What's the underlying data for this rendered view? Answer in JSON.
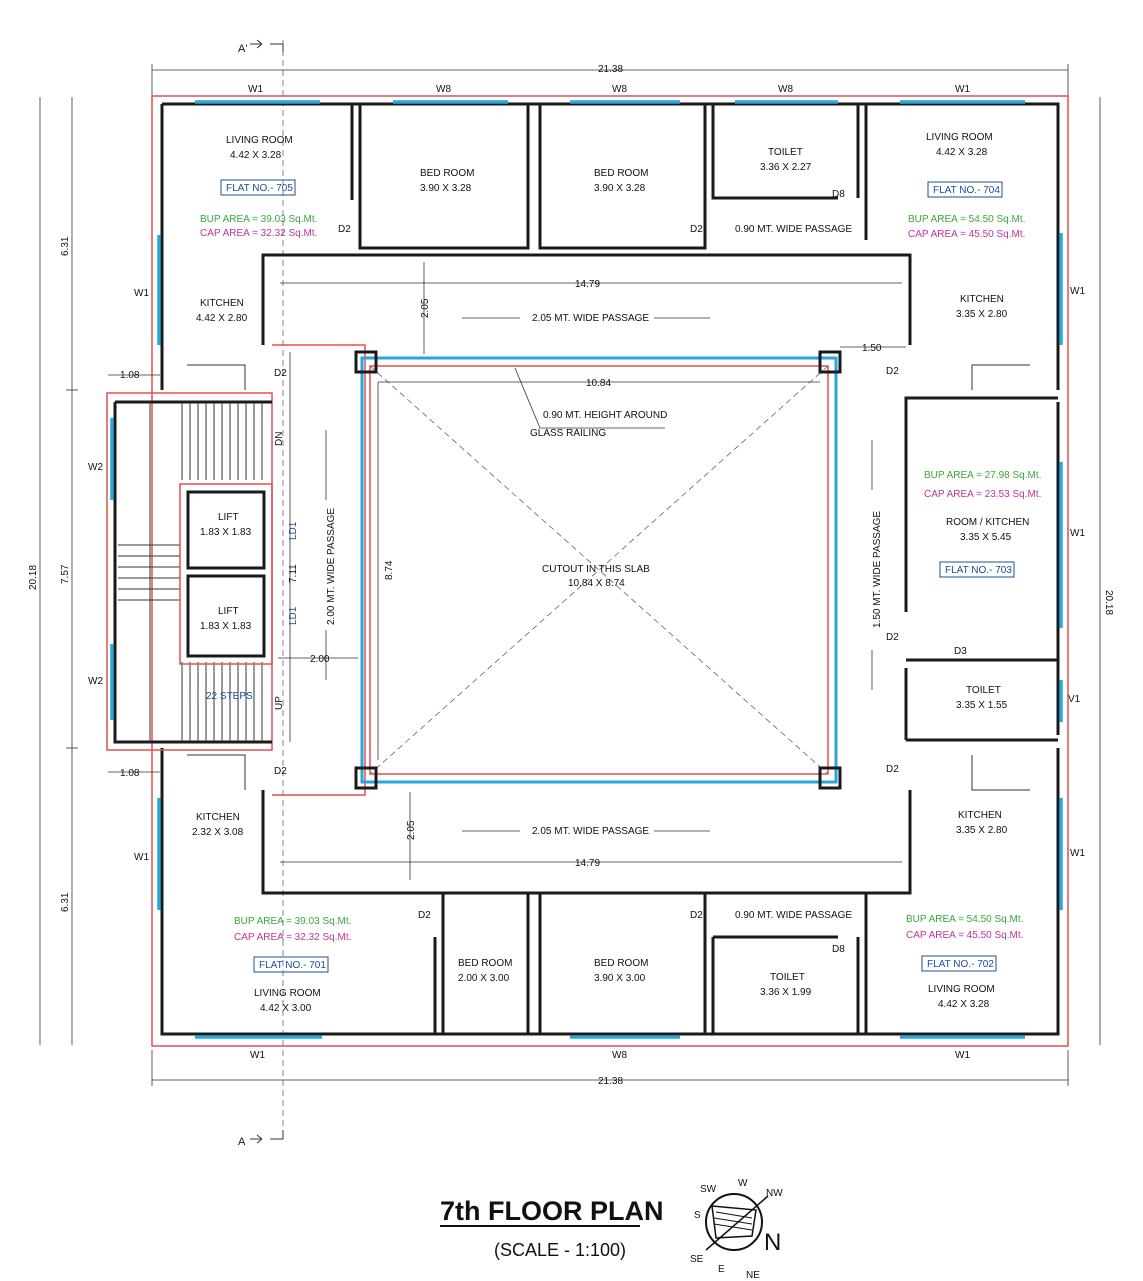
{
  "title": {
    "main": "7th FLOOR PLAN",
    "scale": "(SCALE - 1:100)"
  },
  "section_marks": {
    "top": "A'",
    "bottom": "A"
  },
  "dimensions": {
    "overall_width": "21.38",
    "overall_height": "20.18",
    "left_top": "6.31",
    "left_mid": "7.57",
    "left_bottom": "6.31",
    "stair_offset_top": "1.08",
    "stair_offset_bottom": "1.08",
    "passage_length_top": "14.79",
    "passage_length_bottom": "14.79",
    "passage_width_top": "2.05",
    "passage_width_bottom": "2.05",
    "cutout_width": "10.84",
    "cutout_height": "8.74",
    "lift_height": "7.11",
    "left_passage": "2.00",
    "right_offset": "1.50"
  },
  "rooms": {
    "r705_living": {
      "name": "LIVING ROOM",
      "size": "4.42 X 3.28"
    },
    "r705_bed": {
      "name": "BED ROOM",
      "size": "3.90 X 3.28"
    },
    "r705_kitchen": {
      "name": "KITCHEN",
      "size": "4.42 X 2.80"
    },
    "r704_bed": {
      "name": "BED ROOM",
      "size": "3.90 X 3.28"
    },
    "r704_toilet": {
      "name": "TOILET",
      "size": "3.36 X 2.27"
    },
    "r704_living": {
      "name": "LIVING ROOM",
      "size": "4.42 X 3.28"
    },
    "r704_kitchen": {
      "name": "KITCHEN",
      "size": "3.35 X 2.80"
    },
    "r703_room": {
      "name": "ROOM / KITCHEN",
      "size": "3.35 X 5.45"
    },
    "r703_toilet": {
      "name": "TOILET",
      "size": "3.35 X 1.55"
    },
    "r702_kitchen": {
      "name": "KITCHEN",
      "size": "3.35 X 2.80"
    },
    "r702_living": {
      "name": "LIVING ROOM",
      "size": "4.42 X 3.28"
    },
    "r702_toilet": {
      "name": "TOILET",
      "size": "3.36 X 1.99"
    },
    "r702_bed": {
      "name": "BED ROOM",
      "size": "3.90 X 3.00"
    },
    "r701_bed": {
      "name": "BED ROOM",
      "size": "2.00 X 3.00"
    },
    "r701_living": {
      "name": "LIVING ROOM",
      "size": "4.42 X 3.00"
    },
    "r701_kitchen": {
      "name": "KITCHEN",
      "size": "2.32 X 3.08"
    },
    "lift1": {
      "name": "LIFT",
      "size": "1.83 X 1.83"
    },
    "lift2": {
      "name": "LIFT",
      "size": "1.83 X 1.83"
    },
    "cutout": {
      "name": "CUTOUT IN THIS SLAB",
      "size": "10.84 X 8.74"
    }
  },
  "flats": {
    "f705": {
      "label": "FLAT NO.- 705",
      "bup": "BUP AREA = 39.03 Sq.Mt.",
      "cap": "CAP AREA = 32.32 Sq.Mt."
    },
    "f704": {
      "label": "FLAT NO.- 704",
      "bup": "BUP AREA = 54.50 Sq.Mt.",
      "cap": "CAP AREA = 45.50 Sq.Mt."
    },
    "f703": {
      "label": "FLAT NO.- 703",
      "bup": "BUP AREA = 27.98 Sq.Mt.",
      "cap": "CAP AREA = 23.53 Sq.Mt."
    },
    "f702": {
      "label": "FLAT NO.- 702",
      "bup": "BUP AREA = 54.50 Sq.Mt.",
      "cap": "CAP AREA = 45.50 Sq.Mt."
    },
    "f701": {
      "label": "FLAT NO.- 701",
      "bup": "BUP AREA = 39.03 Sq.Mt.",
      "cap": "CAP AREA = 32.32 Sq.Mt."
    }
  },
  "passages": {
    "top": "2.05 MT. WIDE PASSAGE",
    "bottom": "2.05 MT. WIDE PASSAGE",
    "left": "2.00 MT. WIDE PASSAGE",
    "right": "1.50 MT. WIDE PASSAGE",
    "narrow_top": "0.90 MT. WIDE PASSAGE",
    "narrow_bottom": "0.90 MT. WIDE PASSAGE"
  },
  "railing": {
    "line1": "0.90 MT. HEIGHT AROUND",
    "line2": "GLASS RAILING"
  },
  "stairs": {
    "steps": "22 STEPS",
    "up": "UP",
    "dn": "DN"
  },
  "openings": {
    "w1": "W1",
    "w2": "W2",
    "w8": "W8",
    "v1": "V1",
    "d2": "D2",
    "d3": "D3",
    "d8": "D8",
    "ld1": "LD1"
  },
  "compass": {
    "n": "N",
    "sw": "SW",
    "w": "W",
    "nw": "NW",
    "s": "S",
    "se": "SE",
    "e": "E",
    "ne": "NE"
  }
}
